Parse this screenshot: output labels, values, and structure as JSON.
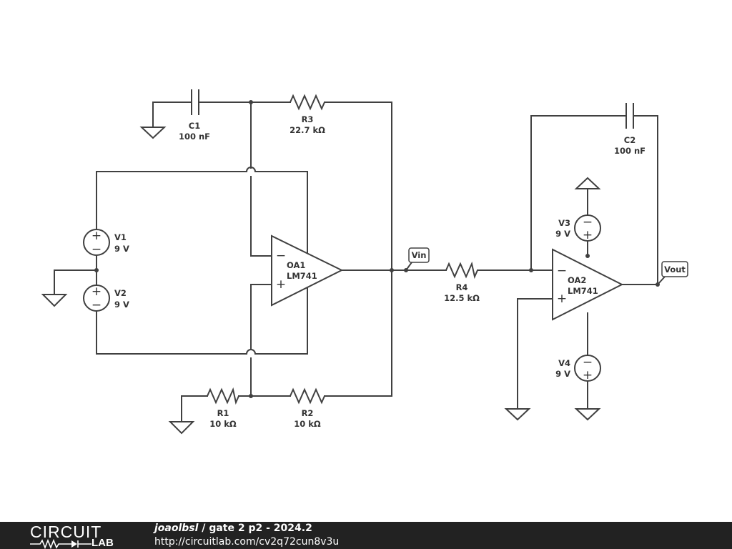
{
  "components": {
    "c1": {
      "name": "C1",
      "value": "100 nF"
    },
    "c2": {
      "name": "C2",
      "value": "100 nF"
    },
    "r1": {
      "name": "R1",
      "value": "10 kΩ"
    },
    "r2": {
      "name": "R2",
      "value": "10 kΩ"
    },
    "r3": {
      "name": "R3",
      "value": "22.7 kΩ"
    },
    "r4": {
      "name": "R4",
      "value": "12.5 kΩ"
    },
    "v1": {
      "name": "V1",
      "value": "9 V"
    },
    "v2": {
      "name": "V2",
      "value": "9 V"
    },
    "v3": {
      "name": "V3",
      "value": "9 V"
    },
    "v4": {
      "name": "V4",
      "value": "9 V"
    },
    "oa1": {
      "name": "OA1",
      "model": "LM741"
    },
    "oa2": {
      "name": "OA2",
      "model": "LM741"
    }
  },
  "nodes": {
    "vin": "Vin",
    "vout": "Vout"
  },
  "symbols": {
    "plus": "+",
    "minus": "−"
  },
  "footer": {
    "logo_top": "CIRCUIT",
    "logo_bottom": "LAB",
    "author": "joaolbsl",
    "separator": " / ",
    "title": "gate 2 p2 - 2024.2",
    "url": "http://circuitlab.com/cv2q72cun8v3u"
  },
  "colors": {
    "wire": "#404040",
    "footer_bg": "#222222"
  }
}
